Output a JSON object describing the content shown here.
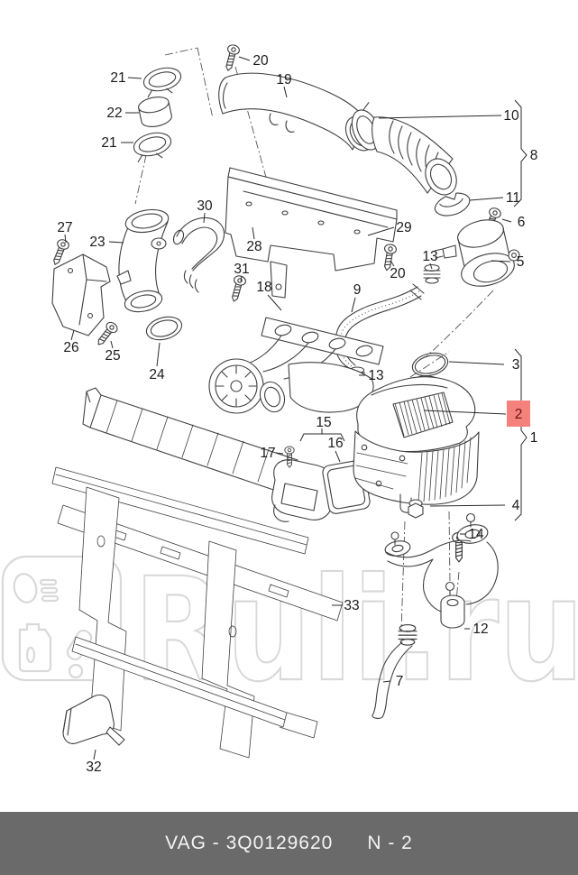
{
  "document": {
    "type": "exploded-parts-diagram",
    "subject": "air filter / intake system"
  },
  "watermark": {
    "text": "Ruli.ru"
  },
  "footer": {
    "catalog_code": "VAG - 3Q0129620",
    "page_ref": "N - 2"
  },
  "colors": {
    "highlight": "#f4817c",
    "highlight_text": "#6b1414",
    "footer_bg": "#6a6a6a",
    "line": "#3f3f3f",
    "watermark": "#d9d9d9"
  },
  "callouts": [
    {
      "label": "21"
    },
    {
      "label": "22"
    },
    {
      "label": "21"
    },
    {
      "label": "20"
    },
    {
      "label": "19"
    },
    {
      "label": "10"
    },
    {
      "label": "8"
    },
    {
      "label": "11"
    },
    {
      "label": "6"
    },
    {
      "label": "5"
    },
    {
      "label": "27"
    },
    {
      "label": "23"
    },
    {
      "label": "30"
    },
    {
      "label": "28"
    },
    {
      "label": "31"
    },
    {
      "label": "18"
    },
    {
      "label": "29"
    },
    {
      "label": "20"
    },
    {
      "label": "13"
    },
    {
      "label": "9"
    },
    {
      "label": "13"
    },
    {
      "label": "26"
    },
    {
      "label": "25"
    },
    {
      "label": "24"
    },
    {
      "label": "3"
    },
    {
      "label": "2"
    },
    {
      "label": "1"
    },
    {
      "label": "4"
    },
    {
      "label": "17"
    },
    {
      "label": "15"
    },
    {
      "label": "16"
    },
    {
      "label": "14"
    },
    {
      "label": "12"
    },
    {
      "label": "7"
    },
    {
      "label": "33"
    },
    {
      "label": "32"
    }
  ]
}
